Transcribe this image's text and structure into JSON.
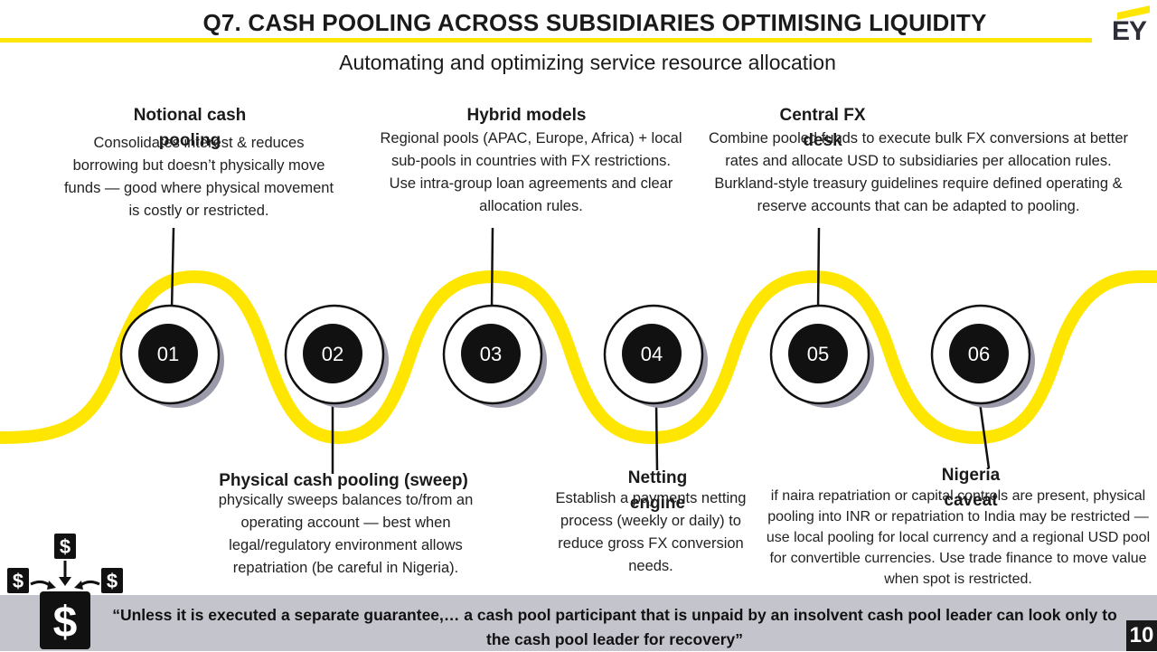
{
  "header": {
    "title": "Q7. CASH POOLING ACROSS SUBSIDIARIES OPTIMISING LIQUIDITY",
    "subtitle": "Automating and optimizing service resource allocation",
    "logo_text": "EY",
    "accent_color": "#ffe600"
  },
  "steps": [
    {
      "num": "01",
      "title": "Notional cash pooling",
      "desc": "Consolidates interest & reduces borrowing but doesn’t physically move funds — good where physical movement is costly or restricted."
    },
    {
      "num": "02",
      "title": "Physical cash pooling (sweep)",
      "desc": "physically sweeps balances to/from an operating account — best when legal/regulatory environment allows repatriation (be careful in Nigeria)."
    },
    {
      "num": "03",
      "title": "Hybrid models",
      "desc": "Regional pools (APAC, Europe, Africa) + local sub-pools in countries with FX restrictions. Use intra-group loan agreements and clear allocation rules."
    },
    {
      "num": "04",
      "title": "Netting engine",
      "desc": "Establish a payments netting process (weekly or daily) to reduce gross FX conversion needs."
    },
    {
      "num": "05",
      "title": "Central FX desk",
      "desc": "Combine pooled funds to execute bulk FX conversions at better rates and allocate USD to subsidiaries per allocation rules. Burkland-style treasury guidelines require defined operating & reserve accounts that can be adapted to pooling."
    },
    {
      "num": "06",
      "title": "Nigeria caveat",
      "desc": "if naira repatriation or capital controls are present, physical pooling into INR or repatriation to India may be restricted — use local pooling for local currency and a regional USD pool for convertible currencies. Use trade finance to move value when spot is restricted."
    }
  ],
  "footer": {
    "quote": "“Unless it is executed a separate guarantee,… a cash pool participant that is unpaid by an insolvent cash pool leader can look only to the cash pool leader for recovery”",
    "page_number": "10",
    "icon": "dollar-pooling-icon"
  }
}
